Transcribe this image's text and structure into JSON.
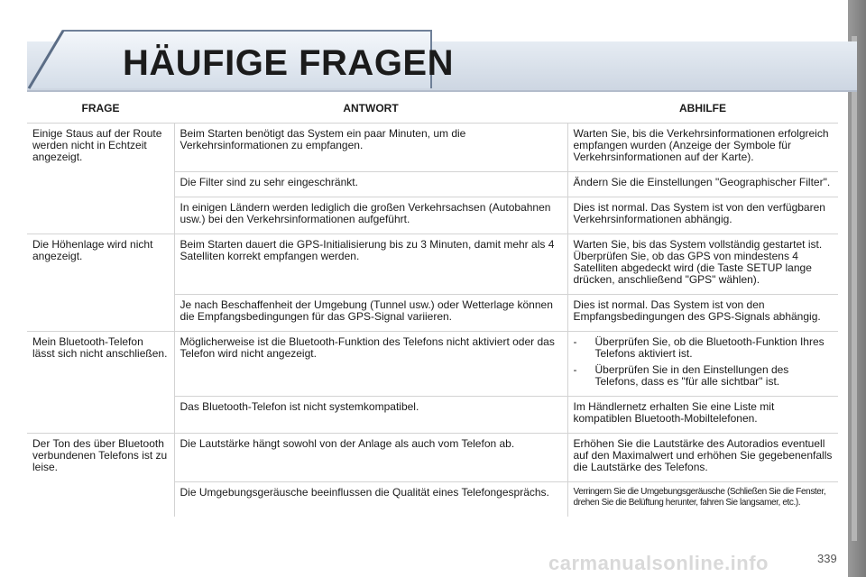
{
  "header": {
    "title": "HÄUFIGE FRAGEN"
  },
  "table": {
    "columns": [
      "FRAGE",
      "ANTWORT",
      "ABHILFE"
    ],
    "groups": [
      {
        "question": "Einige Staus auf der Route werden nicht in Echtzeit angezeigt.",
        "rows": [
          {
            "answer": "Beim Starten benötigt das System ein paar Minuten, um die Verkehrsinformationen zu empfangen.",
            "remedy": "Warten Sie, bis die Verkehrsinformationen erfolgreich empfangen wurden (Anzeige der Symbole für Verkehrsinformationen auf der Karte)."
          },
          {
            "answer": "Die Filter sind zu sehr eingeschränkt.",
            "remedy": "Ändern Sie die Einstellungen \"Geographischer Filter\"."
          },
          {
            "answer": "In einigen Ländern werden lediglich die großen Verkehrsachsen (Autobahnen usw.) bei den Verkehrsinformationen aufgeführt.",
            "remedy": "Dies ist normal. Das System ist von den verfügbaren Verkehrsinformationen abhängig."
          }
        ]
      },
      {
        "question": "Die Höhenlage wird nicht angezeigt.",
        "rows": [
          {
            "answer": "Beim Starten dauert die GPS-Initialisierung bis zu 3 Minuten, damit mehr als 4 Satelliten korrekt empfangen werden.",
            "remedy": "Warten Sie, bis das System vollständig gestartet ist. Überprüfen Sie, ob das GPS von mindestens 4 Satelliten abgedeckt wird (die Taste SETUP lange drücken, anschließend \"GPS\" wählen)."
          },
          {
            "answer": "Je nach Beschaffenheit der Umgebung (Tunnel usw.) oder Wetterlage können die Empfangsbedingungen für das GPS-Signal variieren.",
            "remedy": "Dies ist normal. Das System ist von den Empfangsbedingungen des GPS-Signals abhängig."
          }
        ]
      },
      {
        "question": "Mein Bluetooth-Telefon lässt sich nicht anschließen.",
        "rows": [
          {
            "answer": "Möglicherweise ist die Bluetooth-Funktion des Telefons nicht aktiviert oder das Telefon wird nicht angezeigt.",
            "remedy_items": [
              "Überprüfen Sie, ob die Bluetooth-Funktion Ihres Telefons aktiviert ist.",
              "Überprüfen Sie in den Einstellungen des Telefons, dass es \"für alle sichtbar\" ist."
            ]
          },
          {
            "answer": "Das Bluetooth-Telefon ist nicht systemkompatibel.",
            "remedy": "Im Händlernetz erhalten Sie eine Liste mit kompatiblen Bluetooth-Mobiltelefonen."
          }
        ]
      },
      {
        "question": "Der Ton des über Bluetooth verbundenen Telefons ist zu leise.",
        "rows": [
          {
            "answer": "Die Lautstärke hängt sowohl von der Anlage als auch vom Telefon ab.",
            "remedy": "Erhöhen Sie die Lautstärke des Autoradios eventuell auf den Maximalwert und erhöhen Sie gegebenenfalls die Lautstärke des Telefons."
          },
          {
            "answer": "Die Umgebungsgeräusche beeinflussen die Qualität eines Telefongesprächs.",
            "remedy": "Verringern Sie die Umgebungsgeräusche (Schließen Sie die Fenster, drehen Sie die Belüftung herunter, fahren Sie langsamer, etc.)."
          }
        ]
      }
    ]
  },
  "footer": {
    "page_number": "339",
    "watermark": "carmanualsonline.info"
  }
}
